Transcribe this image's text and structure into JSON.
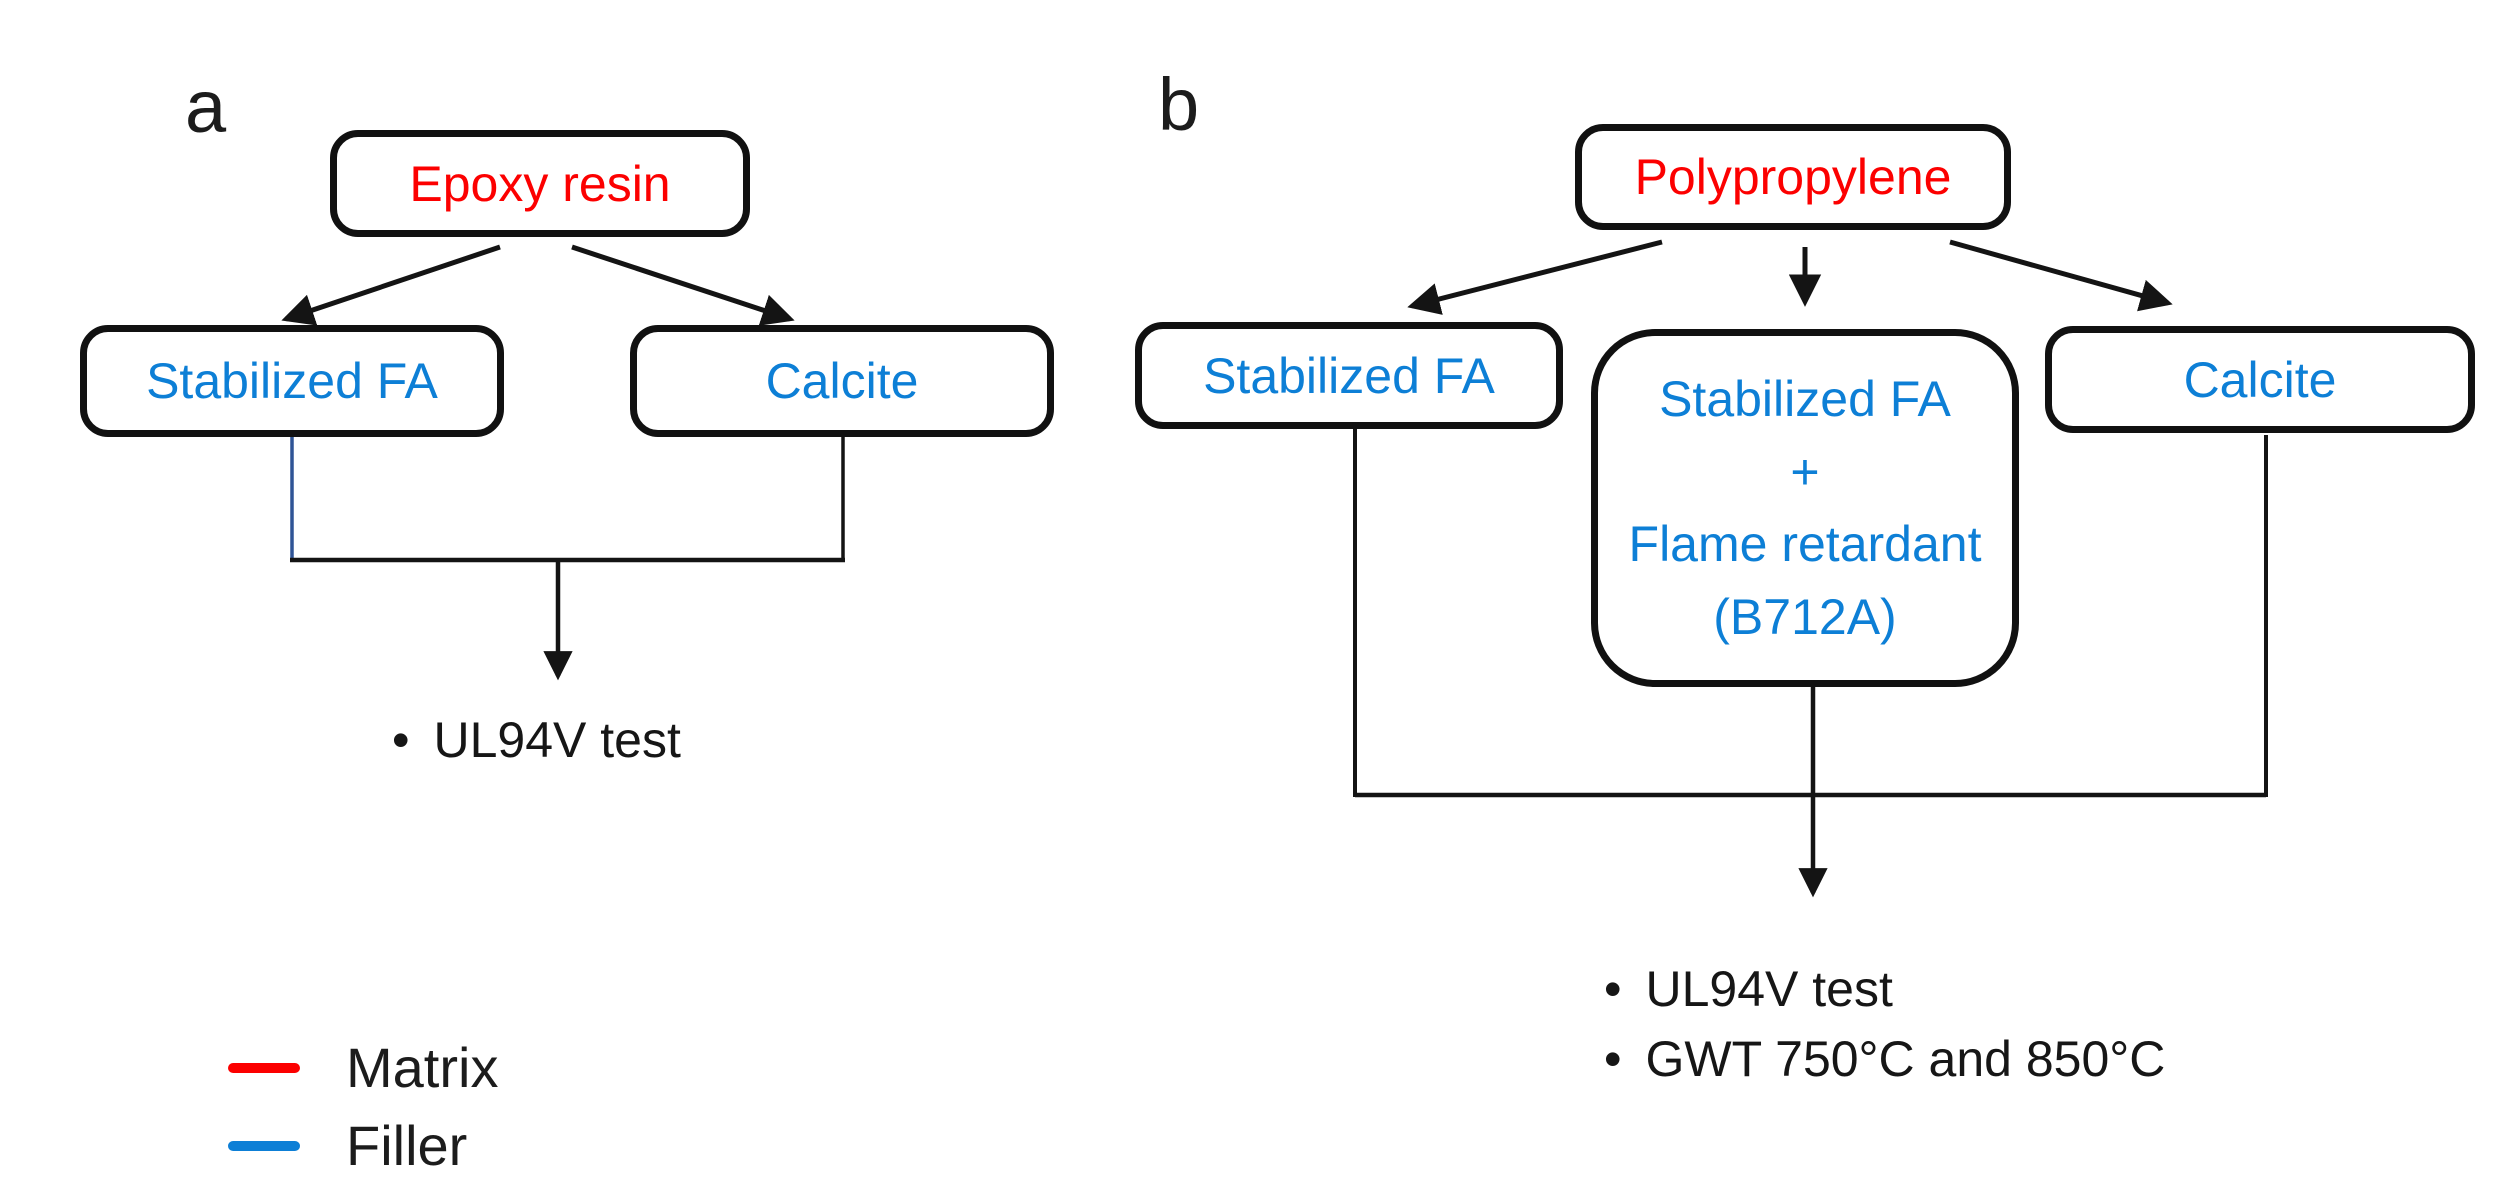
{
  "figure": {
    "panel_a": {
      "label": "a",
      "matrix_box": "Epoxy resin",
      "filler_box_left": "Stabilized FA",
      "filler_box_right": "Calcite",
      "bullet_char": "•",
      "bullets": [
        "UL94V test"
      ]
    },
    "panel_b": {
      "label": "b",
      "matrix_box": "Polypropylene",
      "filler_box_left": "Stabilized FA",
      "filler_box_mix_lines": [
        "Stabilized FA",
        "+",
        "Flame retardant",
        "(B712A)"
      ],
      "filler_box_right": "Calcite",
      "bullet_char": "•",
      "bullets": [
        "UL94V test",
        "GWT 750°C and 850°C"
      ]
    },
    "legend": {
      "items": [
        {
          "label": "Matrix",
          "color": "#fc0000"
        },
        {
          "label": "Filler",
          "color": "#0d7fd6"
        }
      ]
    },
    "colors": {
      "matrix_text": "#fc0000",
      "filler_text": "#0d7fd6",
      "line_black": "#141414",
      "connector_navy": "#2f5496"
    }
  }
}
